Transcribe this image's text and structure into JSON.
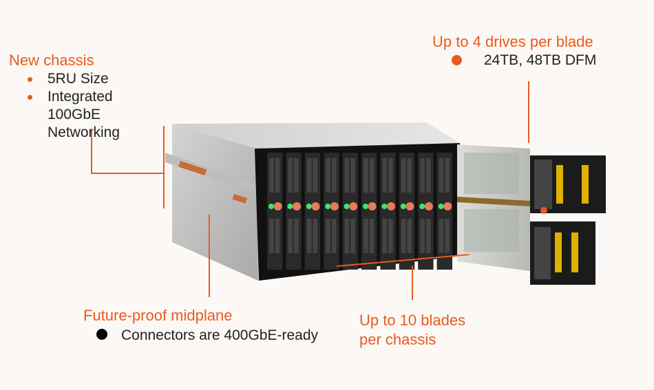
{
  "callouts": {
    "new_chassis": {
      "title": "New chassis",
      "items": [
        "5RU Size",
        "Integrated 100GbE Networking"
      ]
    },
    "drives": {
      "title": "Up to 4 drives per blade",
      "items": [
        "24TB, 48TB DFM"
      ],
      "bullet_color": "#ea5a1e"
    },
    "midplane": {
      "title": "Future-proof midplane",
      "items": [
        "Connectors are 400GbE-ready"
      ],
      "bullet_color": "#000000"
    },
    "blades": {
      "title_line1": "Up to 10 blades",
      "title_line2": "per chassis"
    }
  },
  "colors": {
    "accent": "#ea5a1e",
    "background": "#fbf8f5",
    "text": "#222222"
  },
  "product_image": {
    "icon": "storage-chassis-illustration",
    "blade_count": 10
  }
}
